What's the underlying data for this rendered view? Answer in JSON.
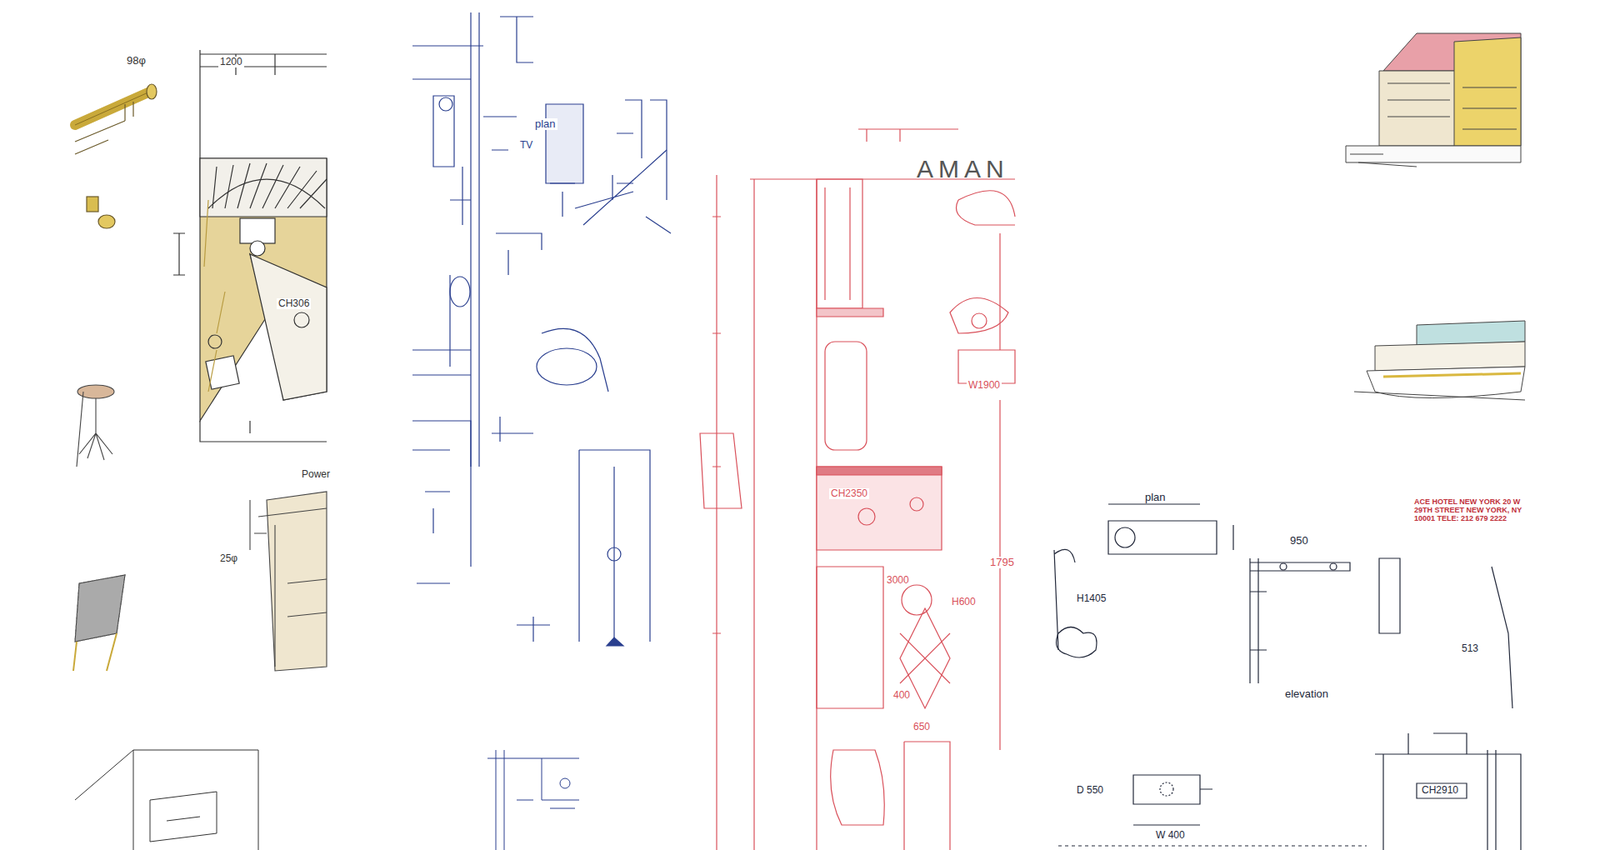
{
  "diagram": {
    "labels": [
      "98φ",
      "1200",
      "CH306",
      "25φ",
      "Power",
      "plan",
      "TV",
      "AMAN",
      "W1900",
      "CH2350",
      "3000",
      "1795",
      "H600",
      "400",
      "650",
      "ACE HOTEL NEW YORK 20 W 29TH STREET NEW YORK, NY 10001 TELE: 212 679 2222",
      "plan",
      "950",
      "H1405",
      "elevation",
      "513",
      "D 550",
      "W 400",
      "CH2910"
    ]
  }
}
